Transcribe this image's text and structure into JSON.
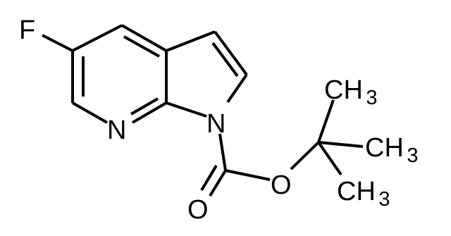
{
  "molecule": {
    "atoms": {
      "fluorine": "F",
      "pyridine_nitrogen": "N",
      "pyrrole_nitrogen": "N",
      "carbonyl_oxygen": "O",
      "ester_oxygen": "O",
      "methyl_top": {
        "symbol": "CH",
        "subscript": "3"
      },
      "methyl_middle": {
        "symbol": "CH",
        "subscript": "3"
      },
      "methyl_bottom": {
        "symbol": "CH",
        "subscript": "3"
      }
    },
    "colors": {
      "bond": "#000000",
      "label": "#000000",
      "background": "#ffffff"
    }
  }
}
